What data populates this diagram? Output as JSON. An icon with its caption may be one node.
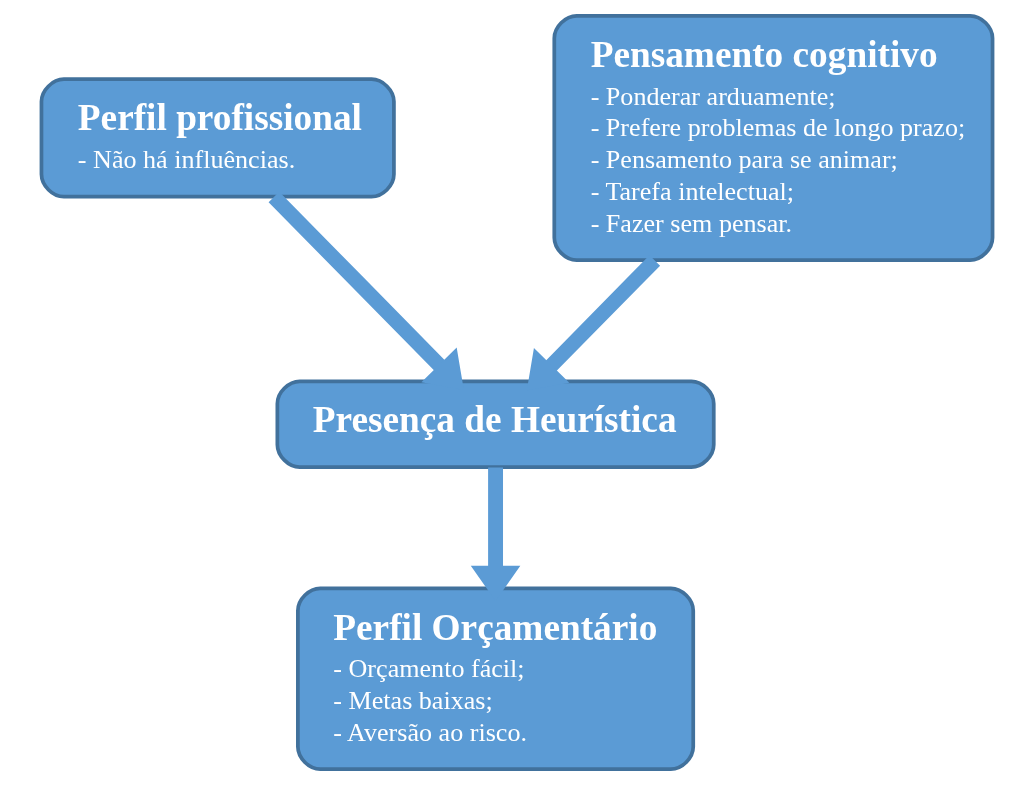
{
  "diagram": {
    "nodes": [
      {
        "text": [
          "Perfil profissional",
          "- Não há influências."
        ]
      },
      {
        "text": [
          "Pensamento cognitivo",
          "- Ponderar arduamente;",
          "- Prefere problemas de longo prazo;",
          "- Pensamento para se animar;",
          "- Tarefa intelectual;",
          "- Fazer sem pensar."
        ]
      },
      {
        "text": [
          "Presença de Heurística"
        ]
      },
      {
        "text": [
          "Perfil Orçamentário",
          "- Orçamento fácil;",
          "- Metas baixas;",
          "- Aversão ao risco."
        ]
      }
    ],
    "edges": [
      {
        "from": 0,
        "to": 2,
        "arrow": "to"
      },
      {
        "from": 1,
        "to": 2,
        "arrow": "to"
      },
      {
        "from": 2,
        "to": 3,
        "arrow": "to"
      }
    ]
  }
}
